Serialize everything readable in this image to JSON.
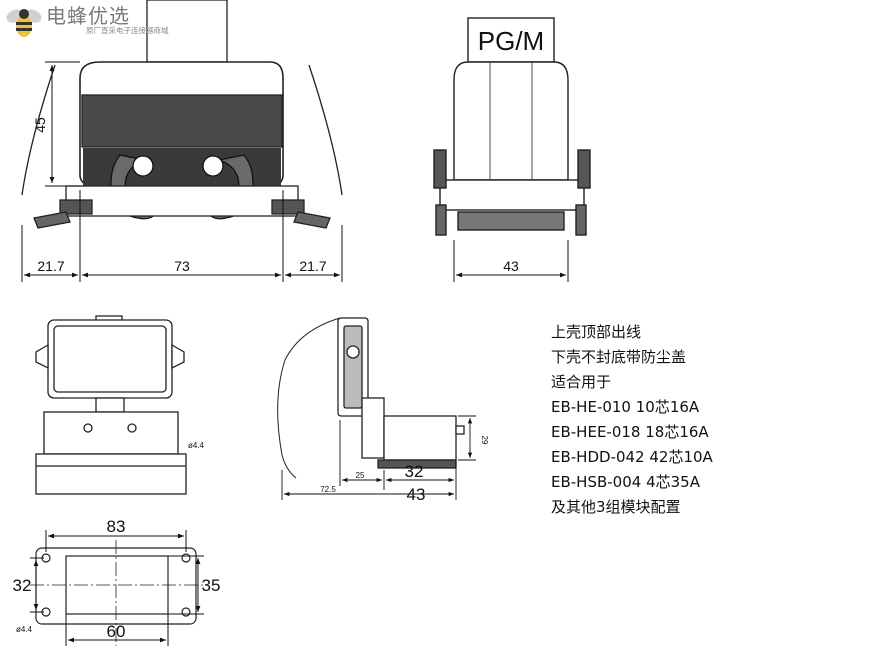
{
  "logo": {
    "name": "电蜂优选",
    "tagline": "原厂直采电子连接器商城",
    "icon": "bee-icon"
  },
  "front_view": {
    "dim_height": "45",
    "dim_left": "21.7",
    "dim_center": "73",
    "dim_right": "21.7"
  },
  "side_view": {
    "cable_entry_label": "PG/M",
    "dim_width": "43"
  },
  "top_view": {
    "hole_label": "ø4.4"
  },
  "open_view": {
    "dim_72_5": "72.5",
    "dim_25": "25",
    "dim_29": "29",
    "dim_32": "32",
    "dim_43": "43"
  },
  "cutout_view": {
    "dim_83": "83",
    "dim_32": "32",
    "dim_35": "35",
    "dim_60": "60",
    "hole_label": "ø4.4"
  },
  "description": [
    "上壳顶部出线",
    "下壳不封底带防尘盖",
    "适合用于",
    "EB-HE-010 10芯16A",
    "EB-HEE-018 18芯16A",
    "EB-HDD-042 42芯10A",
    "EB-HSB-004 4芯35A",
    "及其他3组模块配置"
  ]
}
